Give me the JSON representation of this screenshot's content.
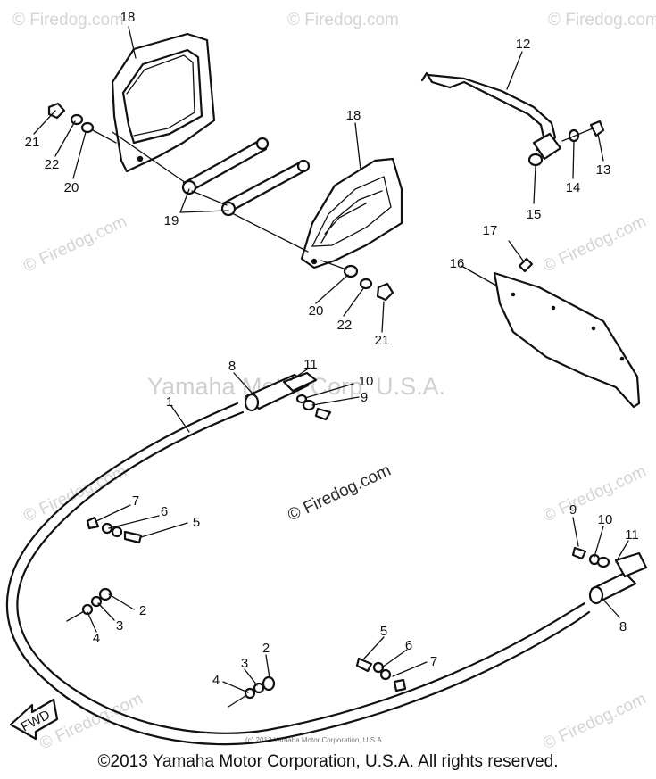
{
  "watermarks": {
    "firedog": "© Firedog.com",
    "yamaha": "Yamaha Motor Corp, U.S.A.",
    "center": "© Firedog.com",
    "tiny_copyright": "(c) 2013 Yamaha Motor Corporation, U.S.A"
  },
  "direction_label": "FWD",
  "copyright": "©2013 Yamaha Motor Corporation, U.S.A. All rights reserved.",
  "callouts": {
    "c1": "1",
    "c2a": "2",
    "c2b": "2",
    "c3a": "3",
    "c3b": "3",
    "c4a": "4",
    "c4b": "4",
    "c5a": "5",
    "c5b": "5",
    "c6a": "6",
    "c6b": "6",
    "c7a": "7",
    "c7b": "7",
    "c8a": "8",
    "c8b": "8",
    "c9a": "9",
    "c9b": "9",
    "c10a": "10",
    "c10b": "10",
    "c11a": "11",
    "c11b": "11",
    "c12": "12",
    "c13": "13",
    "c14": "14",
    "c15": "15",
    "c16": "16",
    "c17": "17",
    "c18a": "18",
    "c18b": "18",
    "c19": "19",
    "c20a": "20",
    "c20b": "20",
    "c21a": "21",
    "c21b": "21",
    "c22a": "22",
    "c22b": "22"
  }
}
